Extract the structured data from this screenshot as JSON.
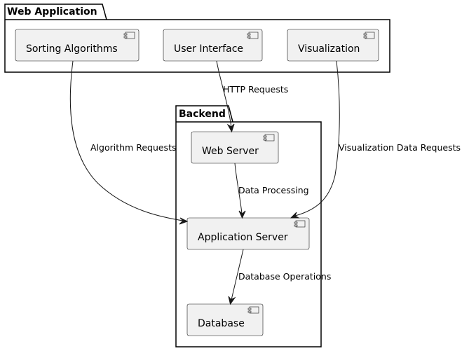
{
  "packages": {
    "web_application": {
      "title": "Web Application"
    },
    "backend": {
      "title": "Backend"
    }
  },
  "components": {
    "sorting_algorithms": {
      "label": "Sorting Algorithms"
    },
    "user_interface": {
      "label": "User Interface"
    },
    "visualization": {
      "label": "Visualization"
    },
    "web_server": {
      "label": "Web Server"
    },
    "application_server": {
      "label": "Application Server"
    },
    "database": {
      "label": "Database"
    }
  },
  "edges": {
    "http_requests": {
      "label": "HTTP Requests",
      "from": "User Interface",
      "to": "Web Server"
    },
    "algorithm_requests": {
      "label": "Algorithm Requests",
      "from": "Sorting Algorithms",
      "to": "Application Server"
    },
    "visualization_data_requests": {
      "label": "Visualization Data Requests",
      "from": "Visualization",
      "to": "Application Server"
    },
    "data_processing": {
      "label": "Data Processing",
      "from": "Web Server",
      "to": "Application Server"
    },
    "database_operations": {
      "label": "Database Operations",
      "from": "Application Server",
      "to": "Database"
    }
  },
  "colors": {
    "component_fill": "#f1f1f1",
    "component_border": "#181818",
    "package_border": "#000000",
    "edge": "#181818",
    "background": "#ffffff"
  }
}
